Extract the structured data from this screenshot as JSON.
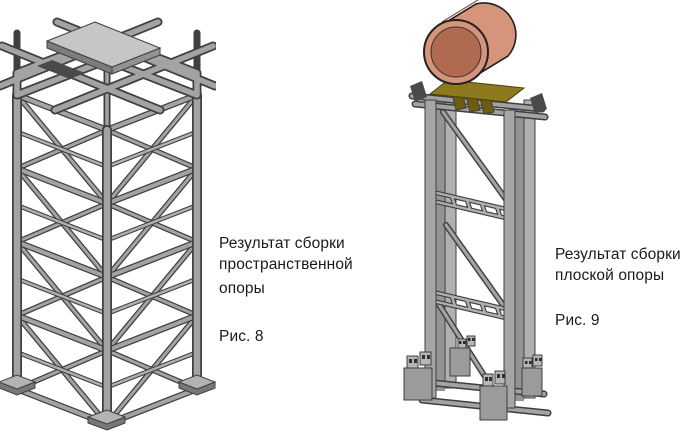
{
  "figures": {
    "left": {
      "caption_lines": [
        "Результат сборки",
        "пространственной",
        "опоры"
      ],
      "figure_label": "Рис. 8"
    },
    "right": {
      "caption_lines": [
        "Результат сборки",
        "плоской опоры"
      ],
      "figure_label": "Рис. 9"
    }
  },
  "colors": {
    "background": "#ffffff",
    "text": "#1a1a1a",
    "steel_light": "#c6c6c6",
    "steel_mid": "#a3a3a3",
    "steel_dark": "#6f6f6f",
    "edge": "#3f3f3f",
    "pipe_outer": "#d6947a",
    "pipe_inner": "#b06a50",
    "saddle_plate": "#8d7a1e",
    "saddle_rib": "#6e5d0e"
  }
}
